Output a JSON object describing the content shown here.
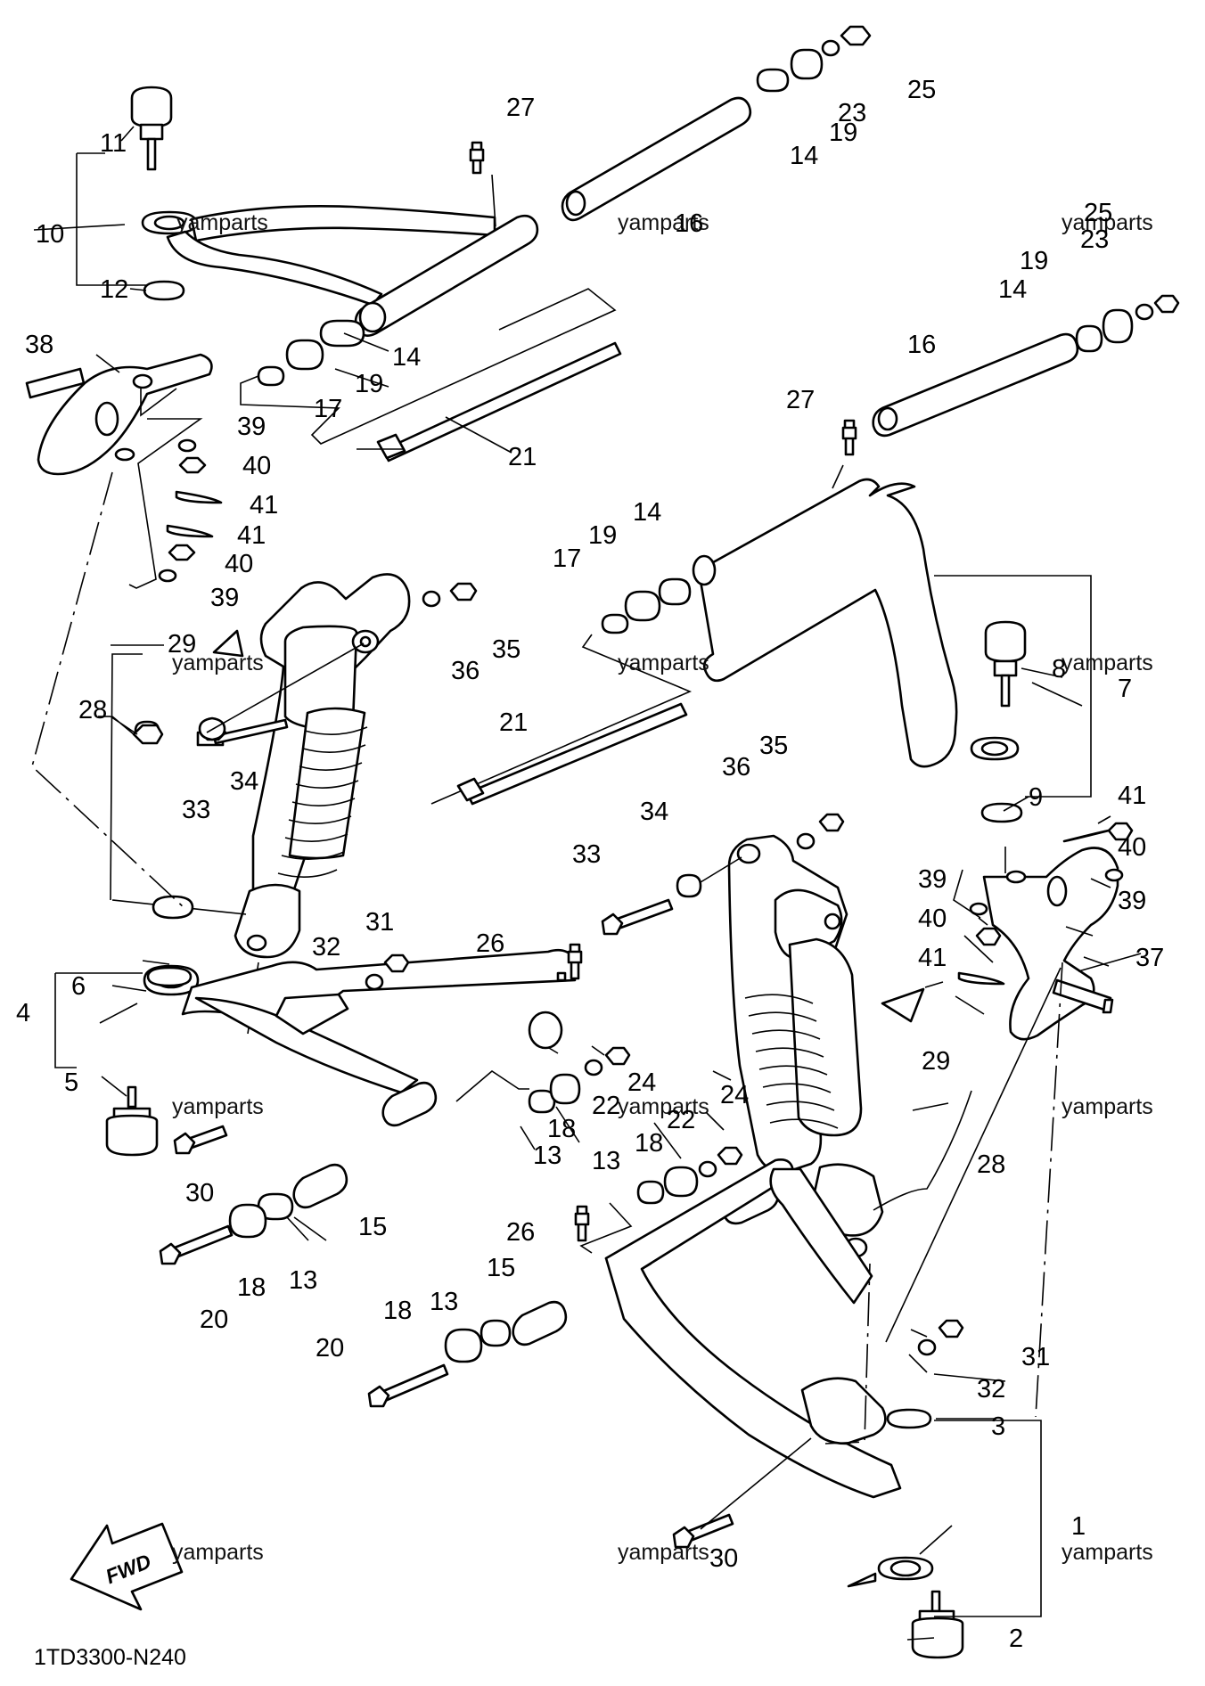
{
  "diagram": {
    "code": "1TD3300-N240",
    "fwd_label": "FWD",
    "watermark": "yamparts",
    "callouts": {
      "c1": "1",
      "c2": "2",
      "c3": "3",
      "c4": "4",
      "c5": "5",
      "c6": "6",
      "c7": "7",
      "c8": "8",
      "c9": "9",
      "c10": "10",
      "c11": "11",
      "c12": "12",
      "c13a": "13",
      "c13b": "13",
      "c13c": "13",
      "c13d": "13",
      "c14a": "14",
      "c14b": "14",
      "c14c": "14",
      "c14d": "14",
      "c15a": "15",
      "c15b": "15",
      "c16a": "16",
      "c16b": "16",
      "c17a": "17",
      "c17b": "17",
      "c18a": "18",
      "c18b": "18",
      "c18c": "18",
      "c18d": "18",
      "c19a": "19",
      "c19b": "19",
      "c19c": "19",
      "c19d": "19",
      "c20a": "20",
      "c20b": "20",
      "c21a": "21",
      "c21b": "21",
      "c22a": "22",
      "c22b": "22",
      "c23a": "23",
      "c23b": "23",
      "c24a": "24",
      "c24b": "24",
      "c25a": "25",
      "c25b": "25",
      "c26a": "26",
      "c26b": "26",
      "c27a": "27",
      "c27b": "27",
      "c28a": "28",
      "c28b": "28",
      "c29a": "29",
      "c29b": "29",
      "c30a": "30",
      "c30b": "30",
      "c31a": "31",
      "c31b": "31",
      "c32a": "32",
      "c32b": "32",
      "c33a": "33",
      "c33b": "33",
      "c34a": "34",
      "c34b": "34",
      "c35a": "35",
      "c35b": "35",
      "c36a": "36",
      "c36b": "36",
      "c37": "37",
      "c38": "38",
      "c39a": "39",
      "c39b": "39",
      "c39c": "39",
      "c39d": "39",
      "c40a": "40",
      "c40b": "40",
      "c40c": "40",
      "c40d": "40",
      "c41a": "41",
      "c41b": "41",
      "c41c": "41",
      "c41d": "41"
    }
  }
}
